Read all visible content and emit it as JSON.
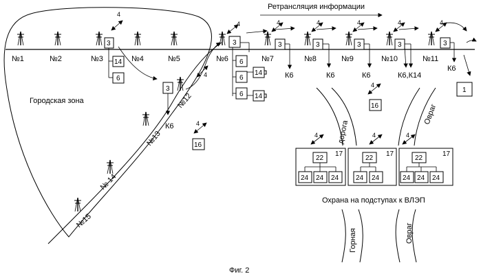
{
  "diagram": {
    "header": "Ретрансляция информации",
    "city_zone": "Городская зона",
    "approach_label": "Охрана на подступах к ВЛЭП",
    "caption": "Фиг. 2",
    "road": "дорога",
    "ravine": "Овраг",
    "mountain": "Горная",
    "towers_line": [
      "№1",
      "№2",
      "№3",
      "№4",
      "№5",
      "№6",
      "№7",
      "№8",
      "№9",
      "№10",
      "№11"
    ],
    "towers_branch": [
      "№12",
      "№13",
      "№ 14",
      "№15"
    ],
    "link": "4",
    "box3": "3",
    "box6": "6",
    "box14": "14",
    "box16": "16",
    "box1": "1",
    "box17": "17",
    "box22": "22",
    "box24": "24",
    "k6": "К6",
    "k6k14": "К6,К14"
  }
}
